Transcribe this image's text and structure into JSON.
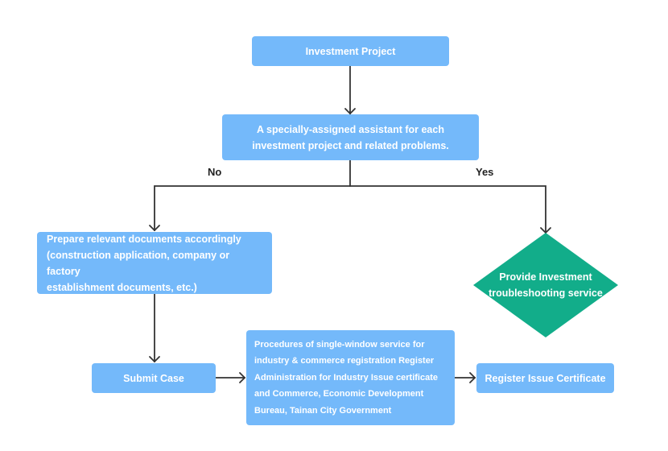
{
  "colors": {
    "process_fill": "#74b9fa",
    "decision_fill": "#12ad8a",
    "connector": "#333333",
    "label_text": "#222222"
  },
  "nodes": {
    "investment_project": "Investment Project",
    "assistant": "A specially-assigned assistant for each\ninvestment project and related problems.",
    "prepare_documents": "Prepare relevant documents accordingly\n(construction application, company or factory\nestablishment documents, etc.)",
    "provide_troubleshooting": "Provide Investment\ntroubleshooting service",
    "submit_case": "Submit Case",
    "single_window": "Procedures of single-window service for\nindustry & commerce registration Register\nAdministration for Industry Issue certificate\nand Commerce, Economic Development\nBureau, Tainan City Government",
    "register_certificate": "Register Issue Certificate"
  },
  "branch_labels": {
    "no": "No",
    "yes": "Yes"
  }
}
